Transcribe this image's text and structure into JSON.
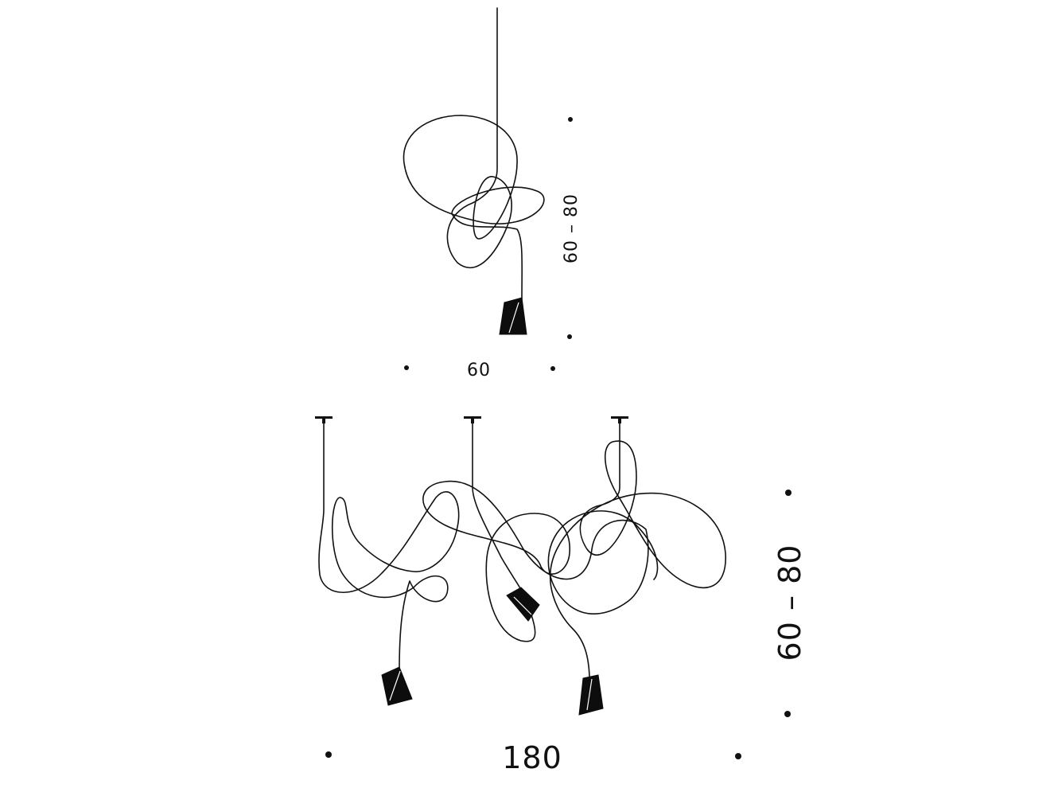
{
  "single_lamp": {
    "width_label": "60",
    "height_label": "60 – 80"
  },
  "triple_lamp": {
    "width_label": "180",
    "height_label": "60 – 80"
  },
  "colors": {
    "line": "#111111",
    "shade": "#0d0d0d",
    "background": "#ffffff"
  }
}
